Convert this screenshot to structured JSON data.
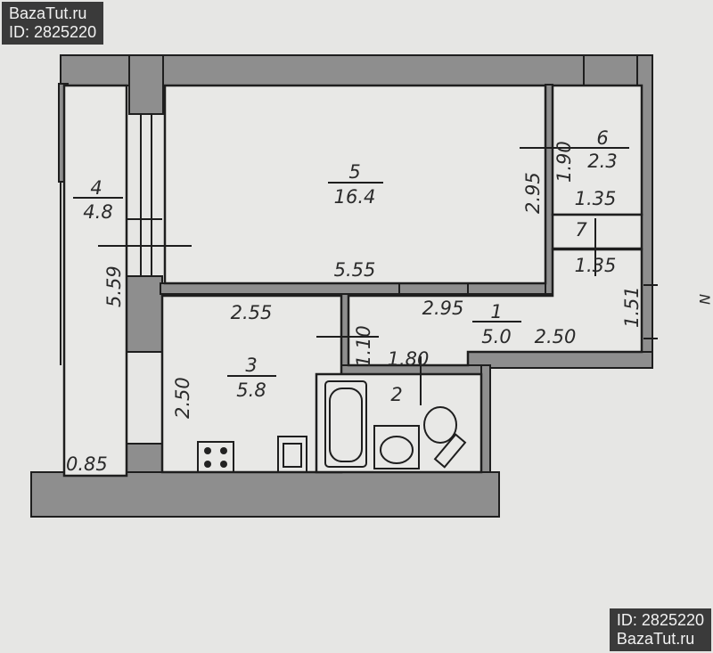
{
  "watermark": {
    "site": "BazaTut.ru",
    "id": "ID: 2825220"
  },
  "rooms": [
    {
      "number": "1",
      "area": "5.0"
    },
    {
      "number": "2",
      "area": ""
    },
    {
      "number": "3",
      "area": "5.8"
    },
    {
      "number": "4",
      "area": "4.8"
    },
    {
      "number": "5",
      "area": "16.4"
    },
    {
      "number": "6",
      "area": "2.3"
    },
    {
      "number": "7",
      "area": ""
    }
  ],
  "dimensions": {
    "room5_width": "5.55",
    "room5_depth": "2.95",
    "room4_length": "5.59",
    "room4_width": "0.85",
    "room6_height": "1.90",
    "room6_width": "1.35",
    "room7_width": "1.35",
    "entry_depth": "1.51",
    "room1_width": "2.95",
    "room1_length": "2.50",
    "room1_depth": "1.10",
    "room3_width": "2.55",
    "room3_depth": "2.50",
    "room2_width": "1.80"
  },
  "compass": "N"
}
